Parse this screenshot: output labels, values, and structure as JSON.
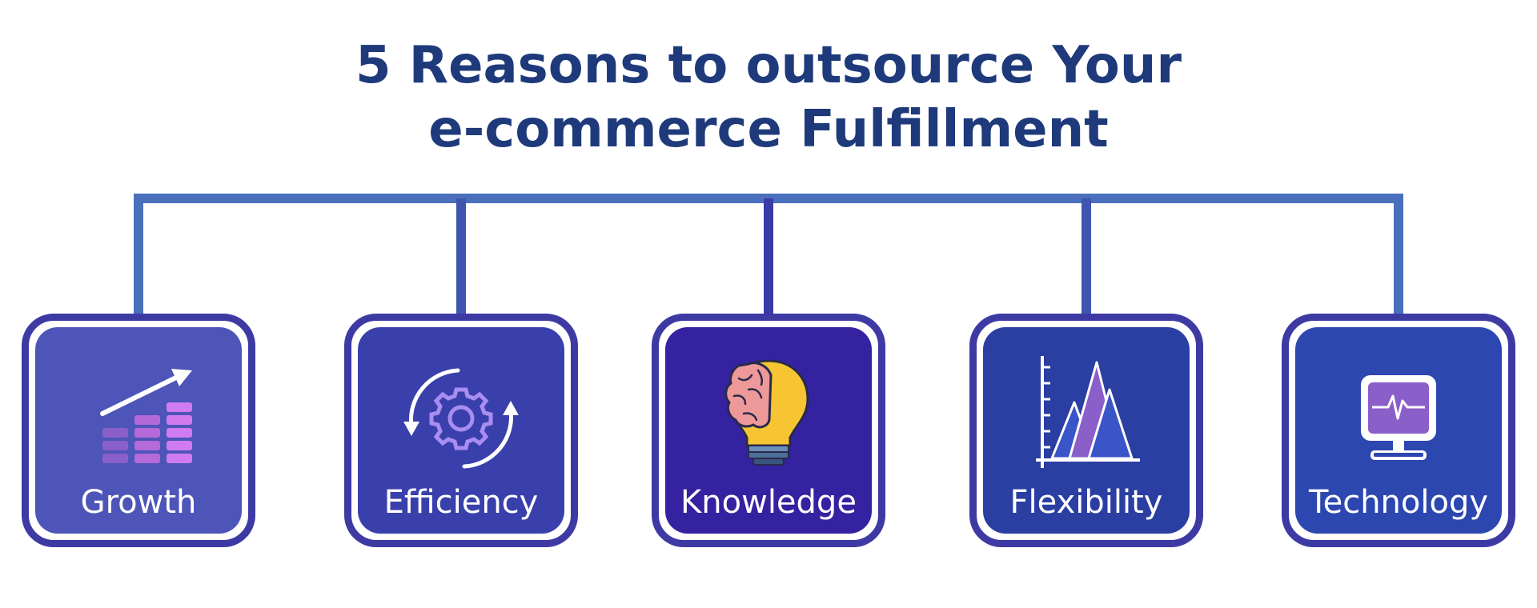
{
  "title": {
    "line1": "5 Reasons to outsource Your",
    "line2": "e-commerce Fulfillment"
  },
  "colors": {
    "title": "#1e3a7b",
    "connector_top": "#4a70bd",
    "connector_bottom": "#3b35a8",
    "growth": "#4e55b8",
    "efficiency": "#3a40ab",
    "knowledge": "#3422a0",
    "flexibility": "#2b3ea2",
    "technology": "#2d47b0"
  },
  "cards": [
    {
      "label": "Growth",
      "icon": "growth-chart-icon"
    },
    {
      "label": "Efficiency",
      "icon": "gear-cycle-icon"
    },
    {
      "label": "Knowledge",
      "icon": "brain-lightbulb-icon"
    },
    {
      "label": "Flexibility",
      "icon": "distribution-chart-icon"
    },
    {
      "label": "Technology",
      "icon": "monitor-pulse-icon"
    }
  ]
}
